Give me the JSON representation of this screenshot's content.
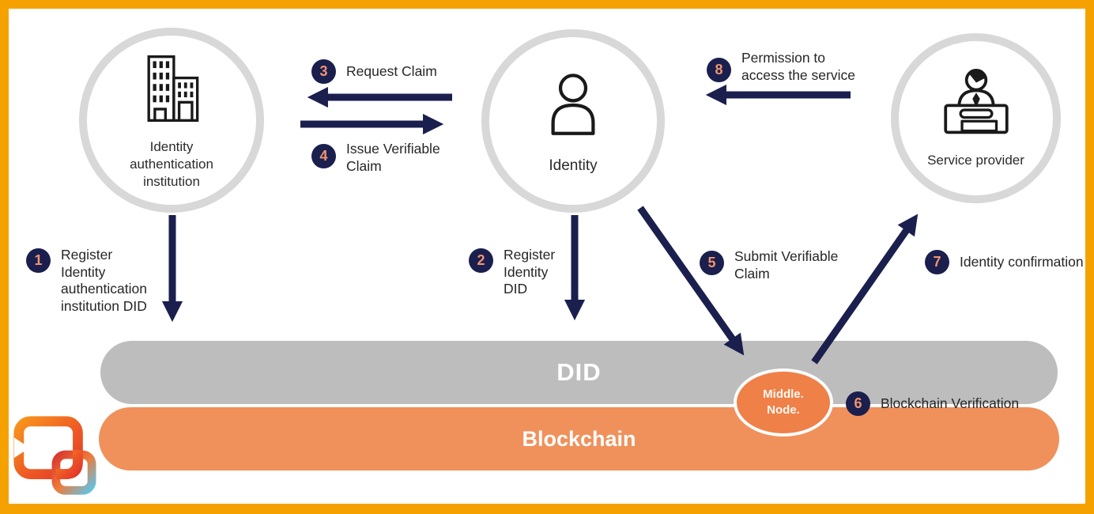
{
  "diagram": {
    "entities": {
      "institution": {
        "label": "Identity\nauthentication\ninstitution",
        "icon": "buildings-icon"
      },
      "identity": {
        "label": "Identity",
        "icon": "person-icon"
      },
      "service_provider": {
        "label": "Service provider",
        "icon": "receptionist-icon"
      }
    },
    "steps": [
      {
        "num": "1",
        "label": "Register\nIdentity\nauthentication\ninstitution DID"
      },
      {
        "num": "2",
        "label": "Register\nIdentity\nDID"
      },
      {
        "num": "3",
        "label": "Request Claim"
      },
      {
        "num": "4",
        "label": "Issue Verifiable\nClaim"
      },
      {
        "num": "5",
        "label": "Submit Verifiable\nClaim"
      },
      {
        "num": "6",
        "label": "Blockchain Verification"
      },
      {
        "num": "7",
        "label": "Identity confirmation"
      },
      {
        "num": "8",
        "label": "Permission to\naccess the service"
      }
    ],
    "layers": {
      "did_label": "DID",
      "blockchain_label": "Blockchain"
    },
    "middle_node": {
      "label": "Middle.\nNode."
    }
  },
  "colors": {
    "frame_orange": "#F5A200",
    "arrow_navy": "#1A1F4E",
    "badge_navy": "#1A1F4E",
    "badge_number_salmon": "#F0946E",
    "ring_gray": "#D8D8D8",
    "did_bar_gray": "#BDBDBD",
    "blockchain_bar_orange": "#F0915C",
    "middle_node_orange": "#EF8048"
  },
  "icons": {
    "logo": "chain-links-logo"
  }
}
